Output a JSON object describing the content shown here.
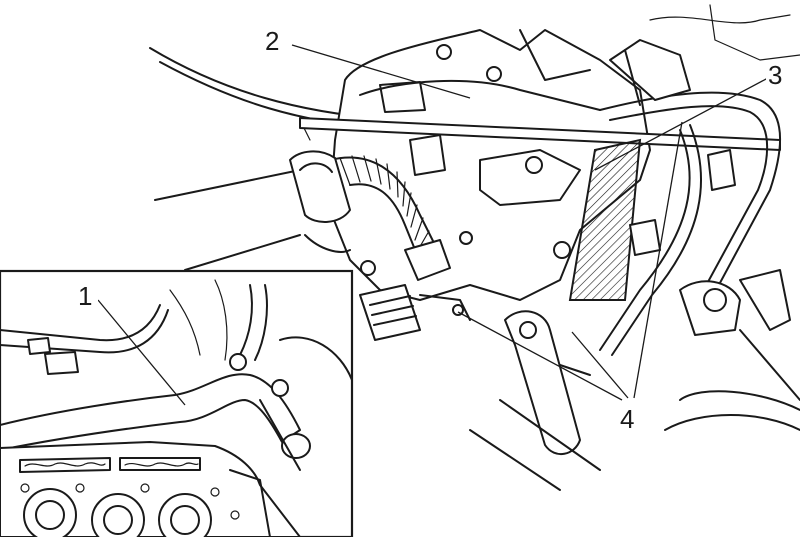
{
  "callouts": [
    {
      "id": "1",
      "label": "1"
    },
    {
      "id": "2",
      "label": "2"
    },
    {
      "id": "3",
      "label": "3"
    },
    {
      "id": "4",
      "label": "4"
    }
  ],
  "colors": {
    "ink": "#1a1a1a",
    "background": "#ffffff"
  }
}
